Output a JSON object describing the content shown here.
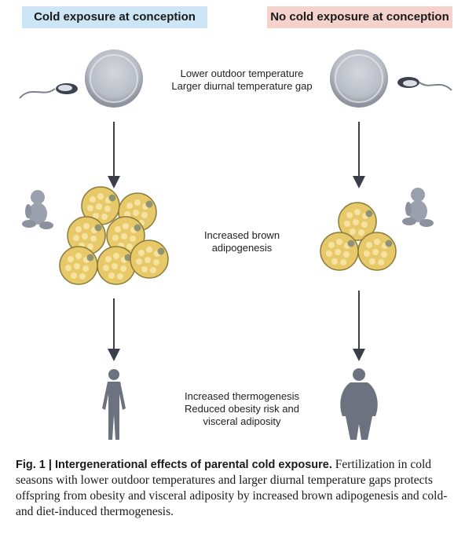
{
  "headers": {
    "left": "Cold exposure at conception",
    "right": "No cold exposure at conception"
  },
  "conditions": [
    "Lower outdoor temperature",
    "Larger diurnal temperature gap"
  ],
  "adipogenesis": [
    "Increased brown",
    "adipogenesis"
  ],
  "outcomes": [
    "Increased thermogenesis",
    "Reduced obesity risk and",
    "visceral adiposity"
  ],
  "caption": {
    "label": "Fig. 1 | ",
    "title": "Intergenerational effects of parental cold exposure.",
    "body": " Fertilization in cold seasons with lower outdoor temperatures and larger diurnal temperature gaps protects offspring from obesity and visceral adiposity by increased brown adipogenesis and cold- and diet-induced thermogenesis."
  },
  "colors": {
    "left_header_bg": "#cde6f5",
    "right_header_bg": "#f6d2cd",
    "arrow": "#3a3f4a",
    "fat_cell": "#e8c96a",
    "figure": "#6d7280"
  }
}
